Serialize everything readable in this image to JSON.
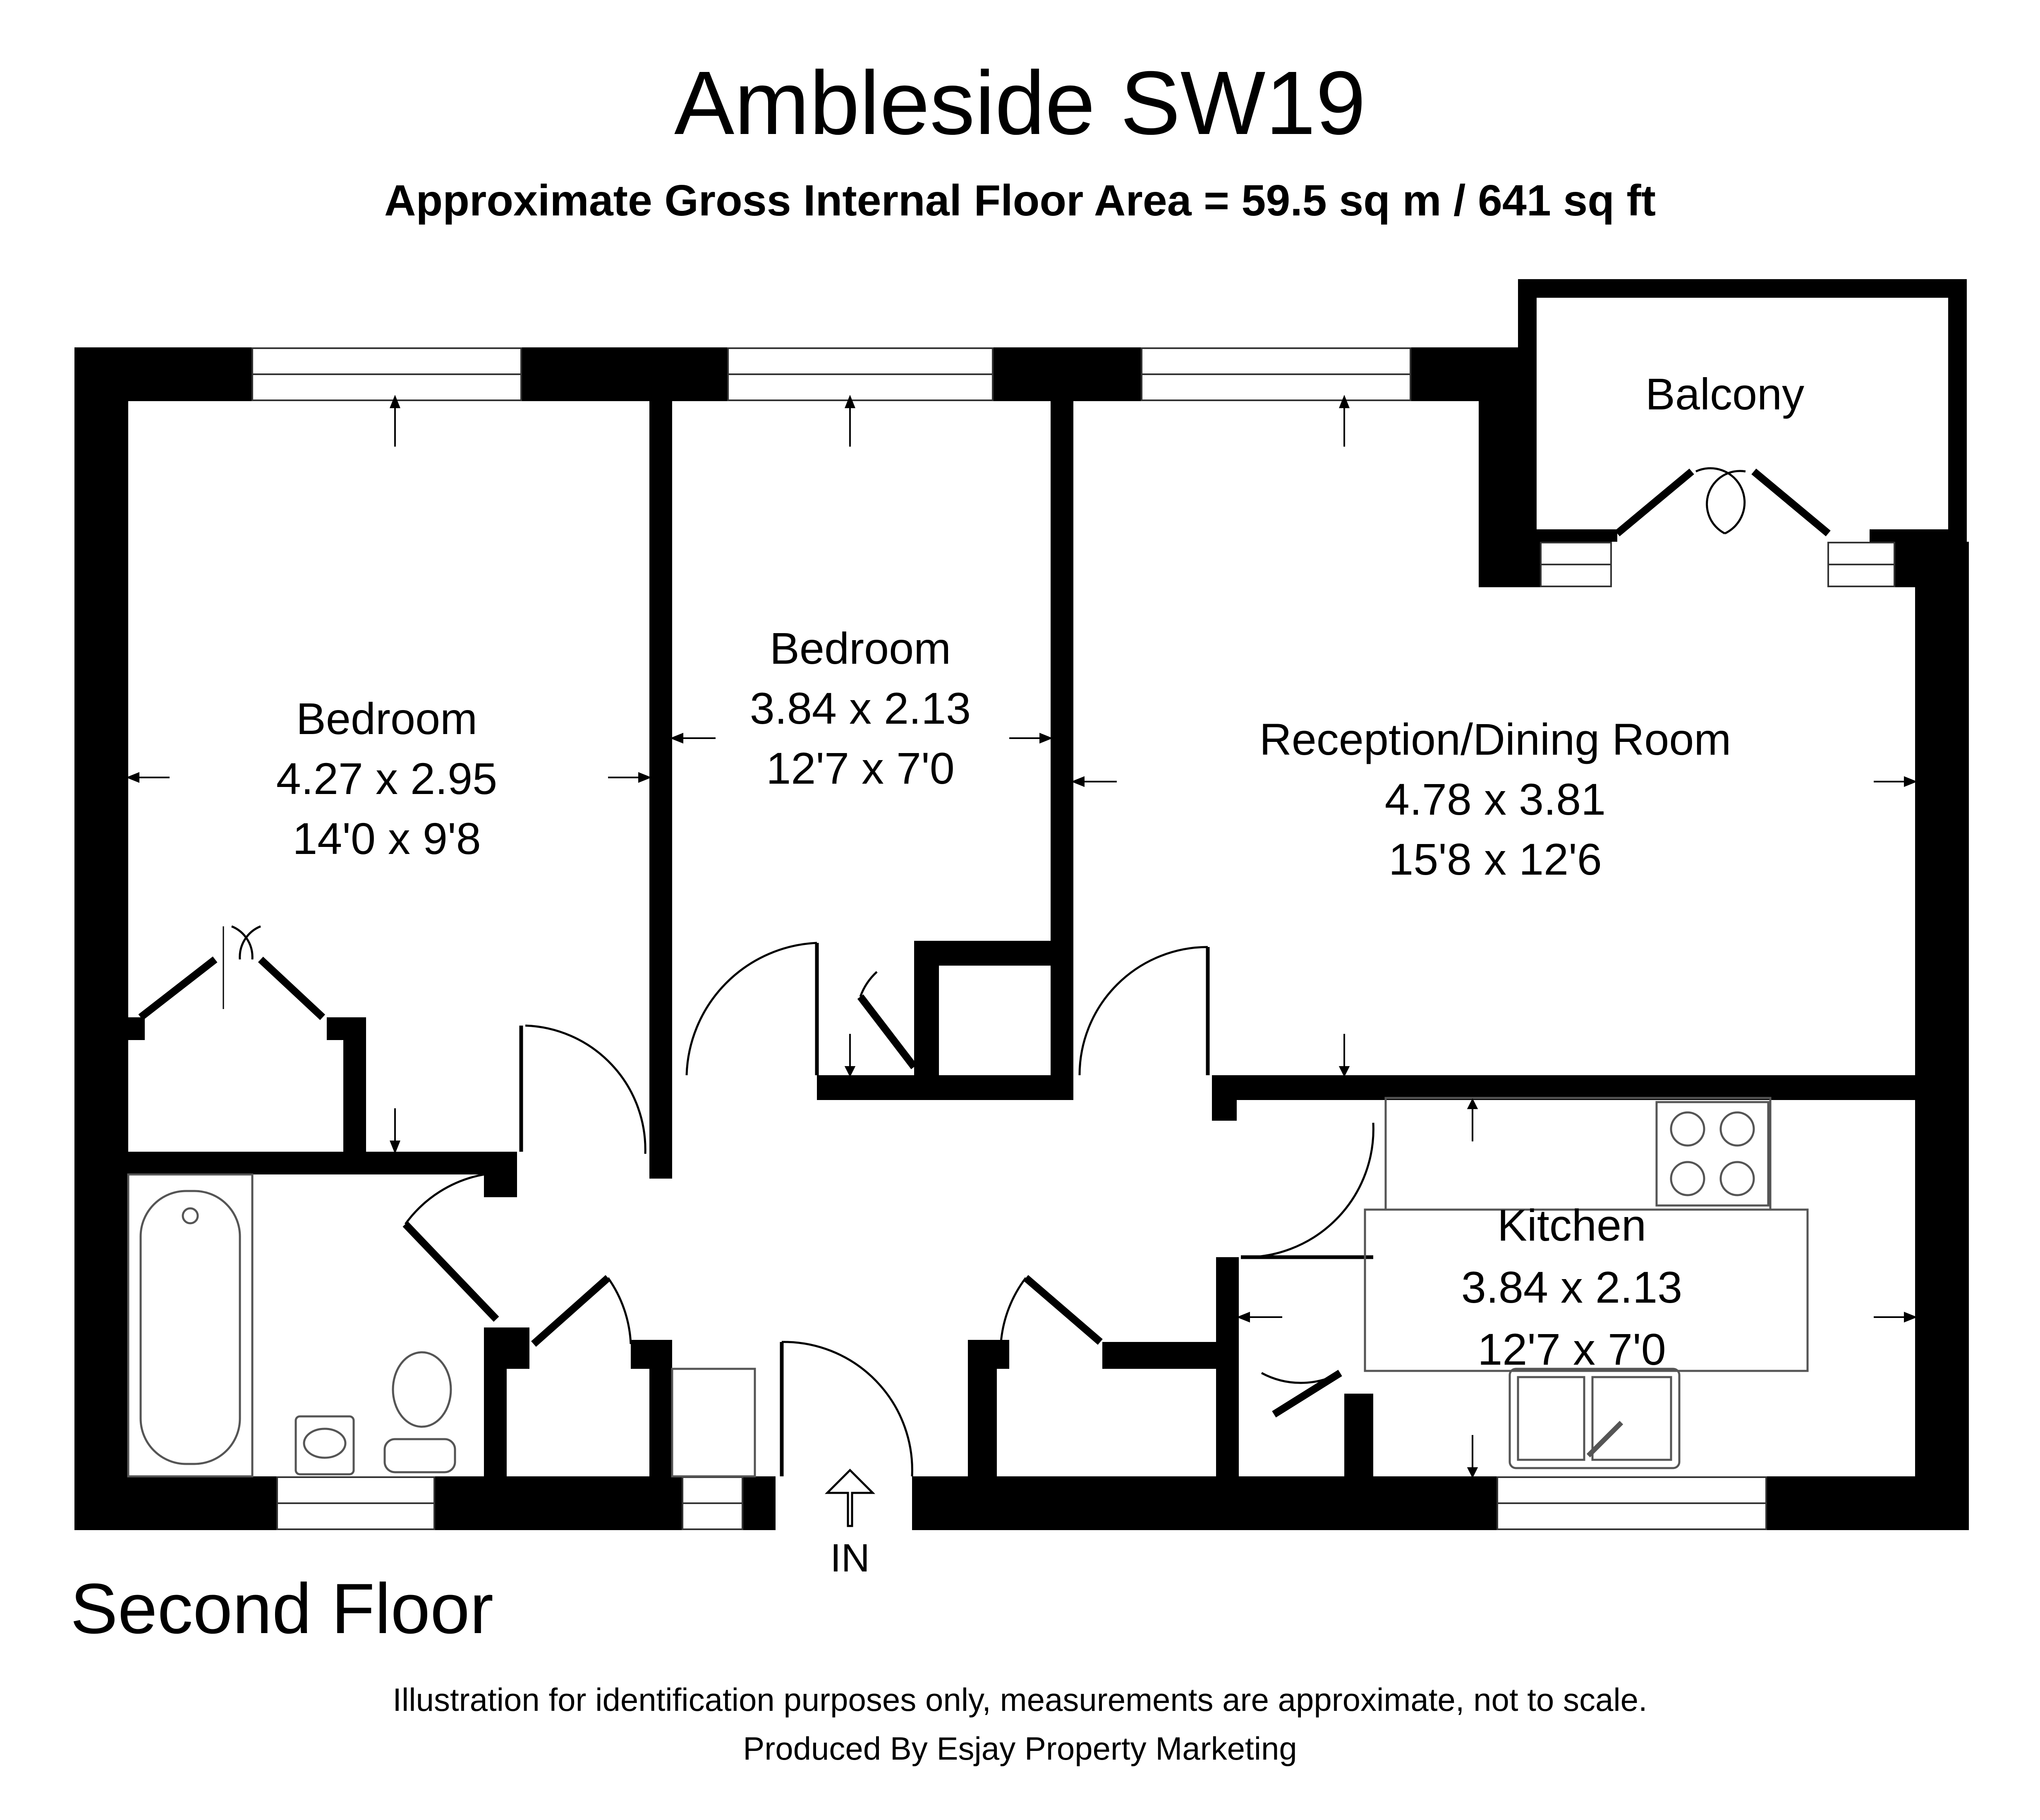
{
  "title": "Ambleside SW19",
  "subtitle": "Approximate Gross Internal Floor Area = 59.5 sq m / 641 sq ft",
  "floor_label": "Second Floor",
  "entrance_label": "IN",
  "rooms": [
    {
      "name": "Bedroom",
      "metric": "4.27 x 2.95",
      "imperial": "14'0 x 9'8"
    },
    {
      "name": "Bedroom",
      "metric": "3.84 x 2.13",
      "imperial": "12'7 x 7'0"
    },
    {
      "name": "Reception/Dining Room",
      "metric": "4.78 x 3.81",
      "imperial": "15'8 x 12'6"
    },
    {
      "name": "Kitchen",
      "metric": "3.84 x 2.13",
      "imperial": "12'7 x 7'0"
    },
    {
      "name": "Balcony"
    }
  ],
  "footer": {
    "disclaimer": "Illustration for identification purposes only, measurements are approximate, not to scale.",
    "producer": "Produced By Esjay Property Marketing"
  },
  "colors": {
    "walls": "#000000",
    "background": "#ffffff",
    "fixtures": "#555555"
  }
}
